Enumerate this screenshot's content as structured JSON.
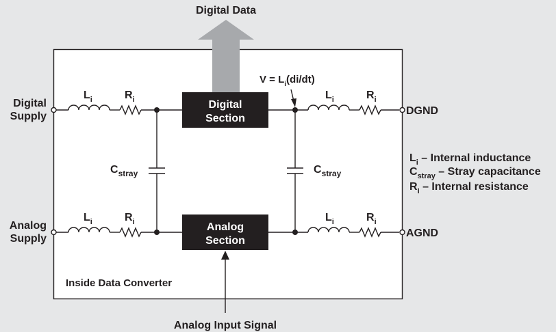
{
  "diagram": {
    "output_label": "Digital Data",
    "input_label": "Analog Input Signal",
    "container_label": "Inside Data Converter",
    "voltage_equation": {
      "prefix": "V = L",
      "sub": "i",
      "suffix": "(di/dt)"
    },
    "sections": {
      "digital": {
        "line1": "Digital",
        "line2": "Section"
      },
      "analog": {
        "line1": "Analog",
        "line2": "Section"
      }
    },
    "terminals": {
      "digital_supply": {
        "line1": "Digital",
        "line2": "Supply"
      },
      "analog_supply": {
        "line1": "Analog",
        "line2": "Supply"
      },
      "dgnd": "DGND",
      "agnd": "AGND"
    },
    "components": {
      "inductor": {
        "main": "L",
        "sub": "i"
      },
      "resistor": {
        "main": "R",
        "sub": "i"
      },
      "capacitor": {
        "main": "C",
        "sub": "stray"
      }
    },
    "legend": [
      {
        "main": "L",
        "sub": "i",
        "text": " – Internal inductance"
      },
      {
        "main": "C",
        "sub": "stray",
        "text": " – Stray capacitance"
      },
      {
        "main": "R",
        "sub": "i",
        "text": " – Internal resistance"
      }
    ],
    "colors": {
      "background": "#e6e7e8",
      "box_fill": "#ffffff",
      "section_fill": "#231f20",
      "arrow_fill": "#a7a9ac",
      "line": "#231f20"
    }
  }
}
